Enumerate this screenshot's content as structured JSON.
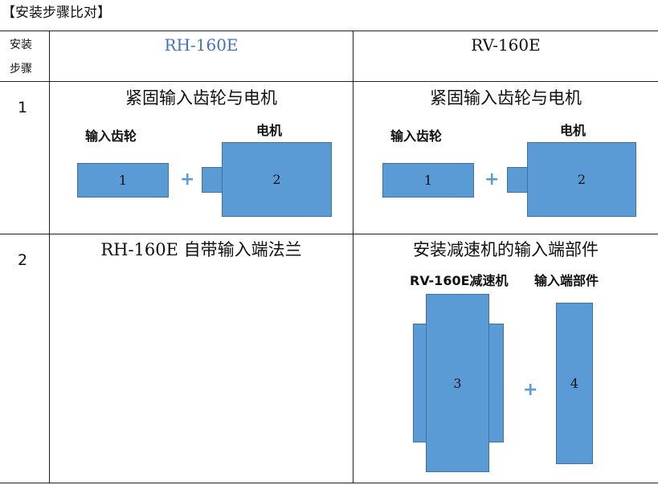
{
  "doc_title": "【安装步骤比对】",
  "header": {
    "step_col_line1": "安装",
    "step_col_line2": "步骤",
    "col_rh": "RH-160E",
    "col_rv": "RV-160E",
    "rh_color": "#4472c4"
  },
  "rows": [
    {
      "num": "1",
      "rh_title": "紧固输入齿轮与电机",
      "rv_title": "紧固输入齿轮与电机",
      "rh_gear_label": "输入齿轮",
      "rh_motor_label": "电机",
      "rh_box1": "1",
      "rh_box2": "2",
      "rh_plus": "+",
      "rv_gear_label": "输入齿轮",
      "rv_motor_label": "电机",
      "rv_box1": "1",
      "rv_box2": "2",
      "rv_plus": "+"
    },
    {
      "num": "2",
      "rh_title": "RH-160E 自带输入端法兰",
      "rv_title": "安装减速机的输入端部件",
      "rv_reducer_label": "RV-160E减速机",
      "rv_input_label": "输入端部件",
      "rv_box3": "3",
      "rv_box4": "4",
      "rv_plus": "+"
    }
  ],
  "colors": {
    "box_fill": "#5b9bd5",
    "box_border": "#41719c"
  }
}
